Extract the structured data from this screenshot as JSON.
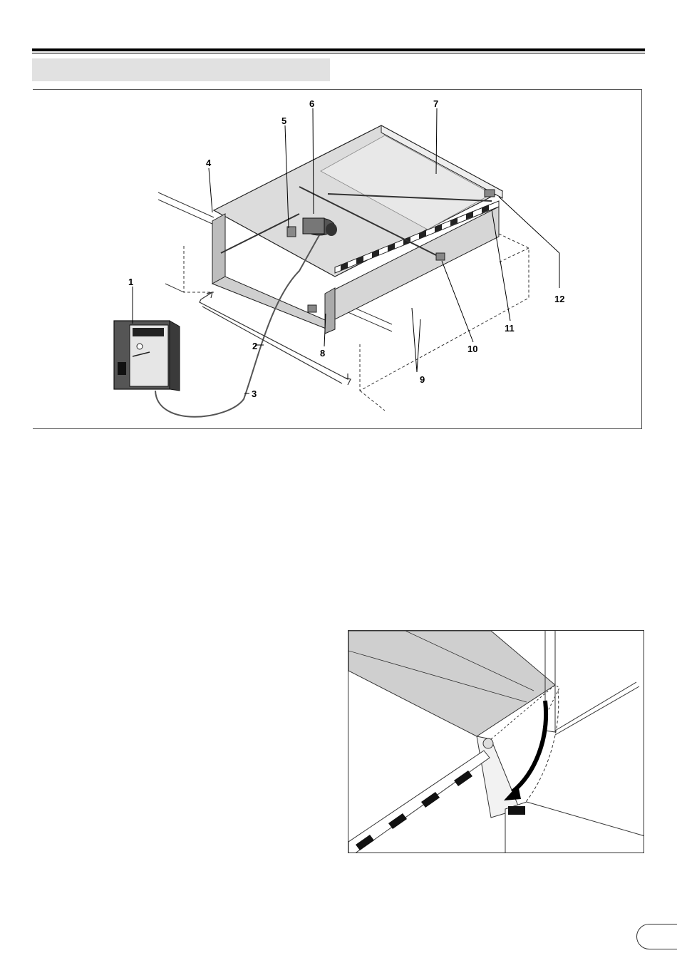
{
  "header": {
    "section_title": ""
  },
  "figure_main": {
    "callouts": [
      {
        "id": "c1",
        "label": "1"
      },
      {
        "id": "c2",
        "label": "2"
      },
      {
        "id": "c3",
        "label": "3"
      },
      {
        "id": "c4",
        "label": "4"
      },
      {
        "id": "c5",
        "label": "5"
      },
      {
        "id": "c6",
        "label": "6"
      },
      {
        "id": "c7",
        "label": "7"
      },
      {
        "id": "c8",
        "label": "8"
      },
      {
        "id": "c9",
        "label": "9"
      },
      {
        "id": "c10",
        "label": "10"
      },
      {
        "id": "c11",
        "label": "11"
      },
      {
        "id": "c12",
        "label": "12"
      }
    ]
  },
  "footer": {
    "page_tab": ""
  }
}
